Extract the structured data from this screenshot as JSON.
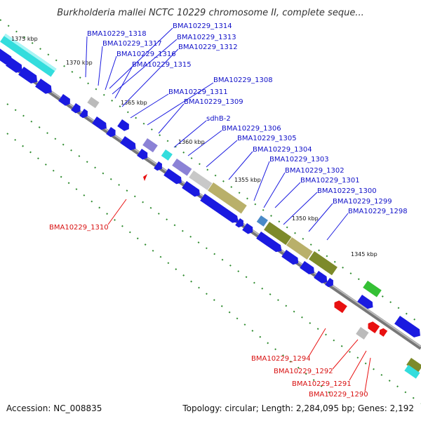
{
  "title": "Burkholderia mallei NCTC 10229 chromosome II, complete seque...",
  "accession": "Accession: NC_008835",
  "summary": "Topology: circular; Length: 2,284,095 bp; Genes: 2,192",
  "ticks": [
    "1375 kbp",
    "1370 kbp",
    "1365 kbp",
    "1360 kbp",
    "1355 kbp",
    "1350 kbp",
    "1345 kbp"
  ],
  "labels_blue": [
    "BMA10229_1318",
    "BMA10229_1314",
    "BMA10229_1313",
    "BMA10229_1317",
    "BMA10229_1312",
    "BMA10229_1316",
    "BMA10229_1315",
    "BMA10229_1308",
    "BMA10229_1311",
    "BMA10229_1309",
    "sdhB-2",
    "BMA10229_1306",
    "BMA10229_1305",
    "BMA10229_1304",
    "BMA10229_1303",
    "BMA10229_1302",
    "BMA10229_1301",
    "BMA10229_1300",
    "BMA10229_1299",
    "BMA10229_1298"
  ],
  "labels_red": [
    "BMA10229_1310",
    "BMA10229_1294",
    "BMA10229_1292",
    "BMA10229_1291",
    "BMA10229_1290"
  ],
  "colors": {
    "backbone": "#888888",
    "gene_blue": "#1a1ae0",
    "gene_red": "#e81010",
    "cyan": "#33dddd",
    "olive": "#7d8a2a",
    "khaki": "#b9b06a",
    "lavender": "#8b82d6",
    "green": "#35c035",
    "gray": "#b8b8b8",
    "grid": "#2e8b2e"
  }
}
